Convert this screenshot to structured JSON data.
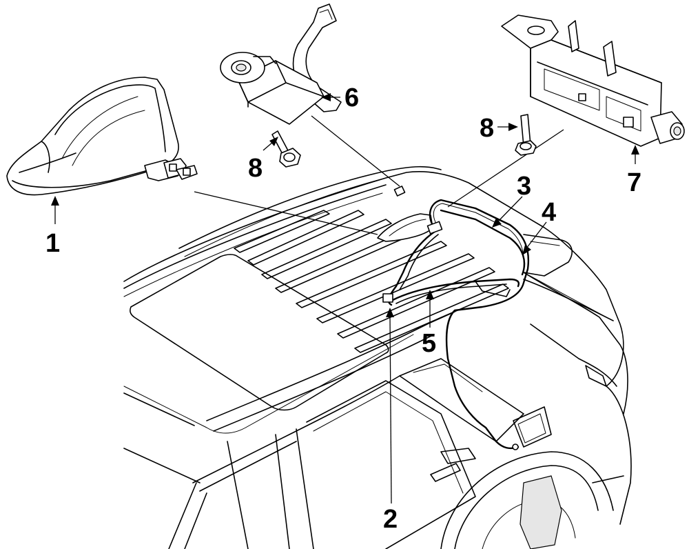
{
  "callouts": [
    {
      "id": "1",
      "label": "1"
    },
    {
      "id": "2",
      "label": "2"
    },
    {
      "id": "3",
      "label": "3"
    },
    {
      "id": "4",
      "label": "4"
    },
    {
      "id": "5",
      "label": "5"
    },
    {
      "id": "6",
      "label": "6"
    },
    {
      "id": "7",
      "label": "7"
    },
    {
      "id": "8a",
      "label": "8"
    },
    {
      "id": "8b",
      "label": "8"
    }
  ]
}
